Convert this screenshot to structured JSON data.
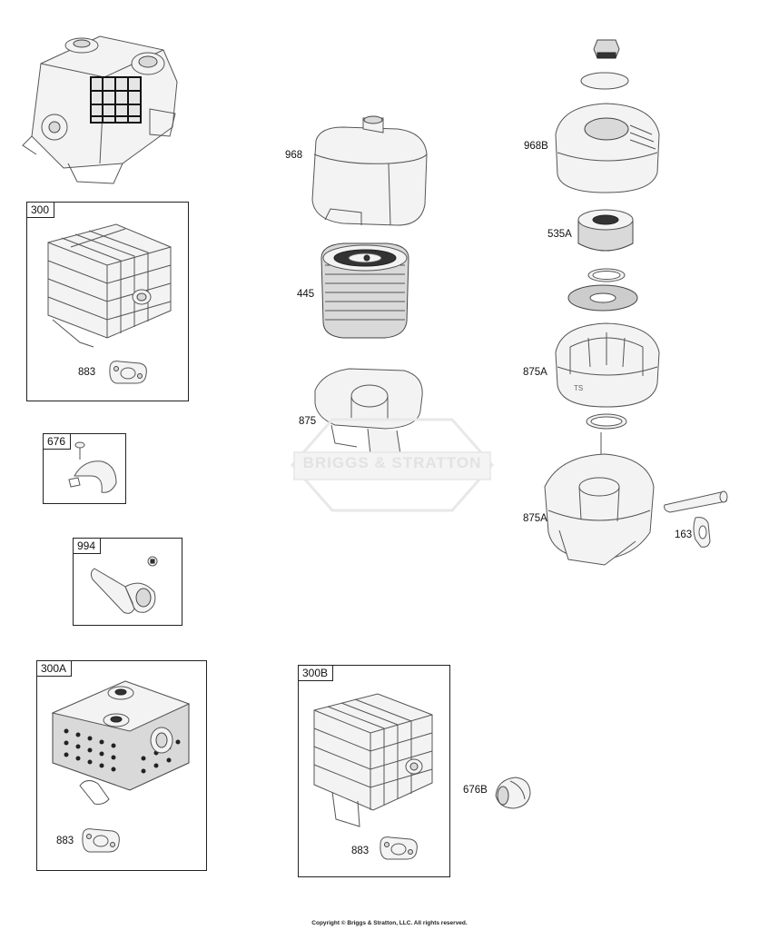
{
  "boxes": {
    "b300": "300",
    "b676": "676",
    "b994": "994",
    "b300a": "300A",
    "b300b": "300B"
  },
  "callouts": {
    "c968": "968",
    "c445": "445",
    "c875": "875",
    "c968b": "968B",
    "c535a": "535A",
    "c875a_1": "875A",
    "c875a_2": "875A",
    "c163": "163",
    "c883_1": "883",
    "c883_2": "883",
    "c883_3": "883",
    "c676b": "676B"
  },
  "watermark": "BRIGGS & STRATTON",
  "copyright": "Copyright © Briggs & Stratton, LLC. All rights reserved."
}
